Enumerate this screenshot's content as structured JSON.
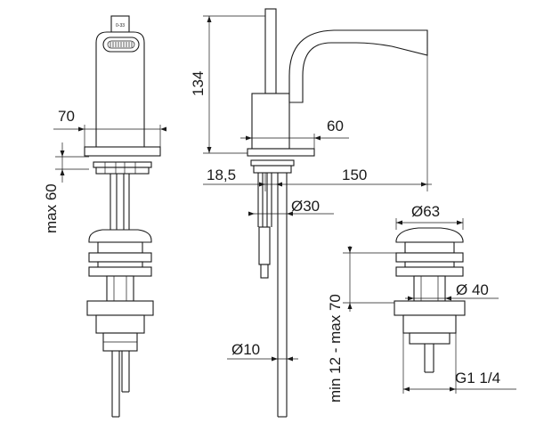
{
  "dimensions": {
    "width_body": "70",
    "max_deck": "max 60",
    "height_spout": "134",
    "base_width": "60",
    "offset": "18,5",
    "reach": "150",
    "hole_dia": "Ø30",
    "rod_dia": "Ø10",
    "waste_head_dia": "Ø63",
    "waste_body_dia": "Ø 40",
    "waste_range": "min 12 - max 70",
    "thread": "G1 1/4"
  },
  "labels": {
    "handle_marking": "0-33"
  }
}
